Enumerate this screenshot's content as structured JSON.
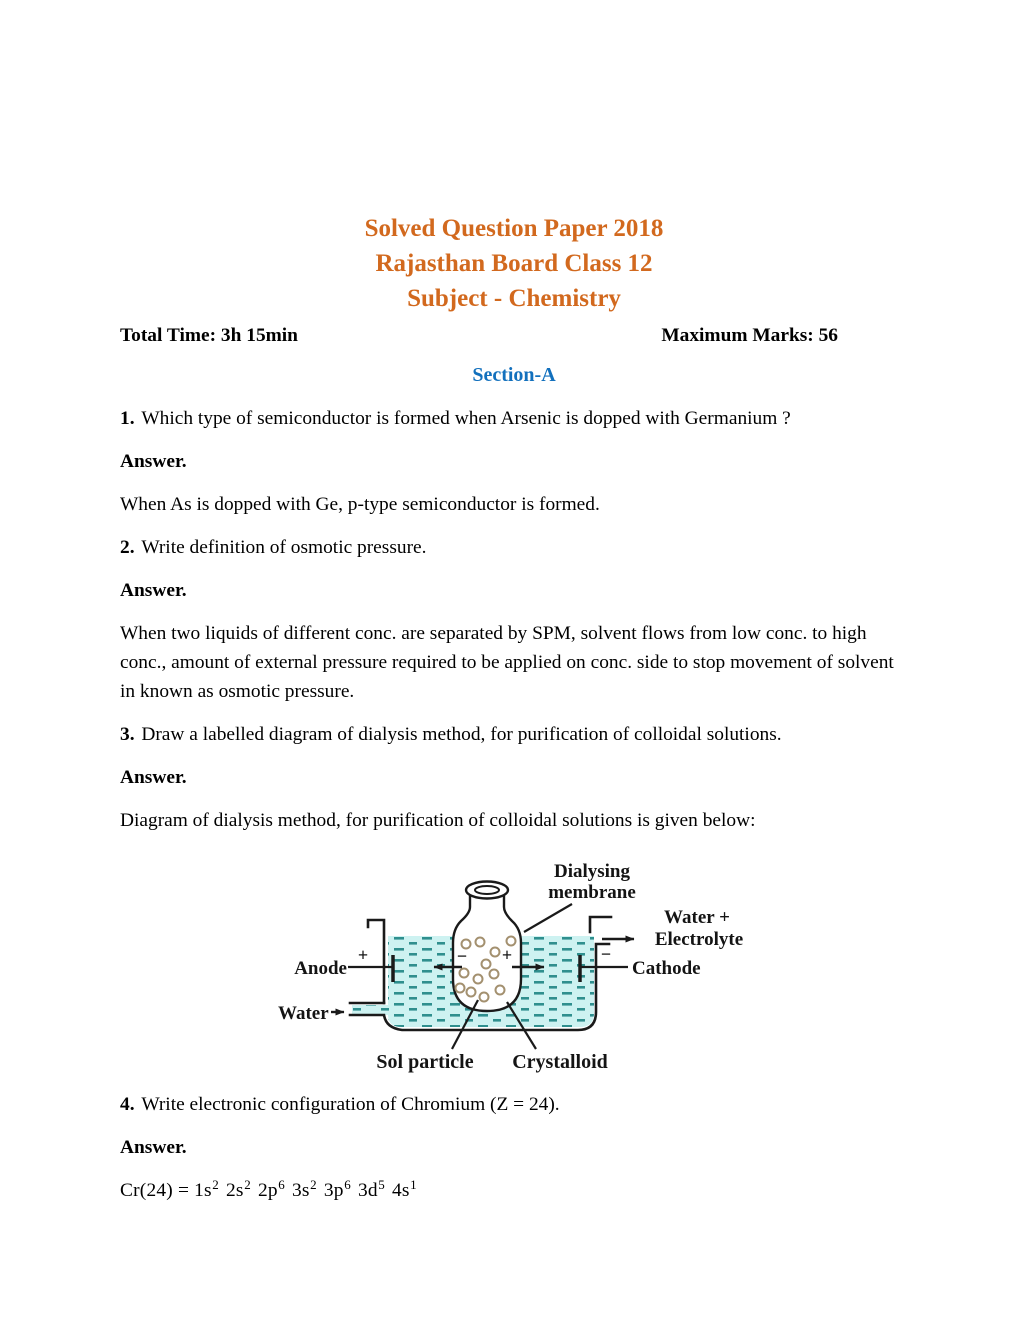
{
  "header": {
    "title_line1": "Solved Question Paper 2018",
    "title_line2": "Rajasthan Board Class 12",
    "title_line3": "Subject - Chemistry",
    "total_time": "Total Time: 3h 15min",
    "max_marks": "Maximum Marks: 56"
  },
  "section": {
    "label": "Section-A"
  },
  "qa": [
    {
      "num": "1.",
      "question": "Which type of semiconductor is formed when Arsenic is dopped with Germanium ?",
      "answer_label": "Answer.",
      "answer": "When As is dopped with Ge, p-type semiconductor is formed."
    },
    {
      "num": "2.",
      "question": "Write definition of osmotic pressure.",
      "answer_label": "Answer.",
      "answer": "When two liquids of different conc. are separated by SPM, solvent flows from low conc. to high conc., amount of external pressure required to be applied on conc. side to stop movement of solvent in known as osmotic pressure."
    },
    {
      "num": "3.",
      "question": "Draw a labelled diagram of dialysis method, for purification of colloidal solutions.",
      "answer_label": "Answer.",
      "answer": "Diagram of dialysis method, for purification of colloidal solutions is given below:"
    },
    {
      "num": "4.",
      "question": "Write electronic configuration of Chromium (Z = 24).",
      "answer_label": "Answer."
    }
  ],
  "formula": {
    "segments": [
      {
        "text": "Cr(24) = 1s",
        "sup": "2"
      },
      {
        "text": " 2s",
        "sup": "2"
      },
      {
        "text": " 2p",
        "sup": "6"
      },
      {
        "text": " 3s",
        "sup": "2"
      },
      {
        "text": " 3p",
        "sup": "6"
      },
      {
        "text": " 3d",
        "sup": "5"
      },
      {
        "text": " 4s",
        "sup": "1"
      }
    ]
  },
  "diagram": {
    "labels": {
      "dialysing_line1": "Dialysing",
      "dialysing_line2": "membrane",
      "water_plus": "Water +",
      "electrolyte": "Electrolyte",
      "anode": "Anode",
      "cathode": "Cathode",
      "water": "Water",
      "sol_particle": "Sol particle",
      "crystalloid": "Crystalloid",
      "plus": "+",
      "minus": "−"
    }
  },
  "colors": {
    "title_orange": "#d2691e",
    "section_blue": "#1270bd",
    "ink": "#1a1a1a",
    "water_fill": "#cdf2f1",
    "water_dash": "#2f8f8e",
    "particle_stroke": "#a3906f"
  }
}
